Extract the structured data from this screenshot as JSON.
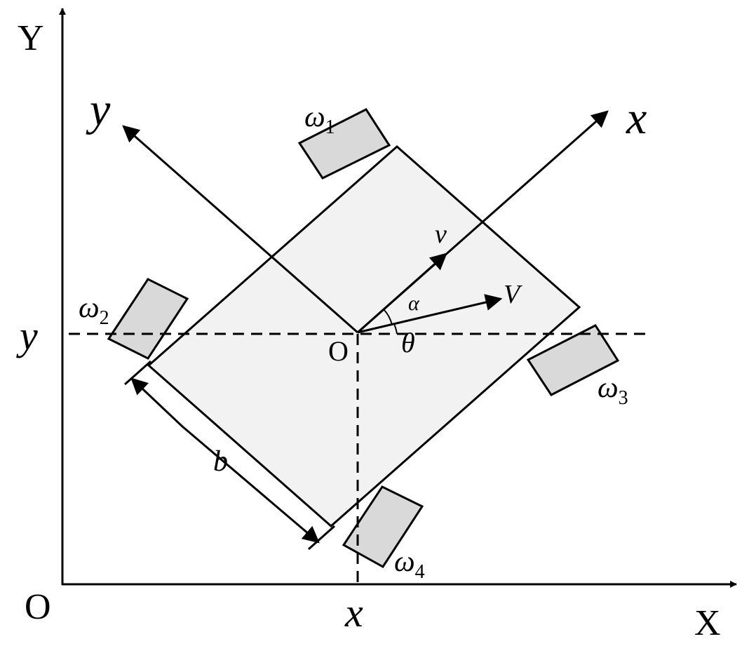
{
  "diagram": {
    "global_axes": {
      "x_label": "X",
      "y_label": "Y",
      "origin_label": "O"
    },
    "robot_axes": {
      "x_label": "x",
      "y_label": "y",
      "origin_label": "O"
    },
    "coordinates": {
      "x_label": "x",
      "y_label": "y"
    },
    "velocity": {
      "v_label": "v",
      "V_label": "V",
      "alpha_label": "α",
      "theta_label": "θ"
    },
    "dimension": {
      "b_label": "b"
    },
    "wheels": [
      {
        "symbol": "ω",
        "index": "1"
      },
      {
        "symbol": "ω",
        "index": "2"
      },
      {
        "symbol": "ω",
        "index": "3"
      },
      {
        "symbol": "ω",
        "index": "4"
      }
    ],
    "colors": {
      "body_fill": "#f2f2f2",
      "wheel_fill": "#d9d9d9",
      "stroke": "#000000"
    }
  }
}
